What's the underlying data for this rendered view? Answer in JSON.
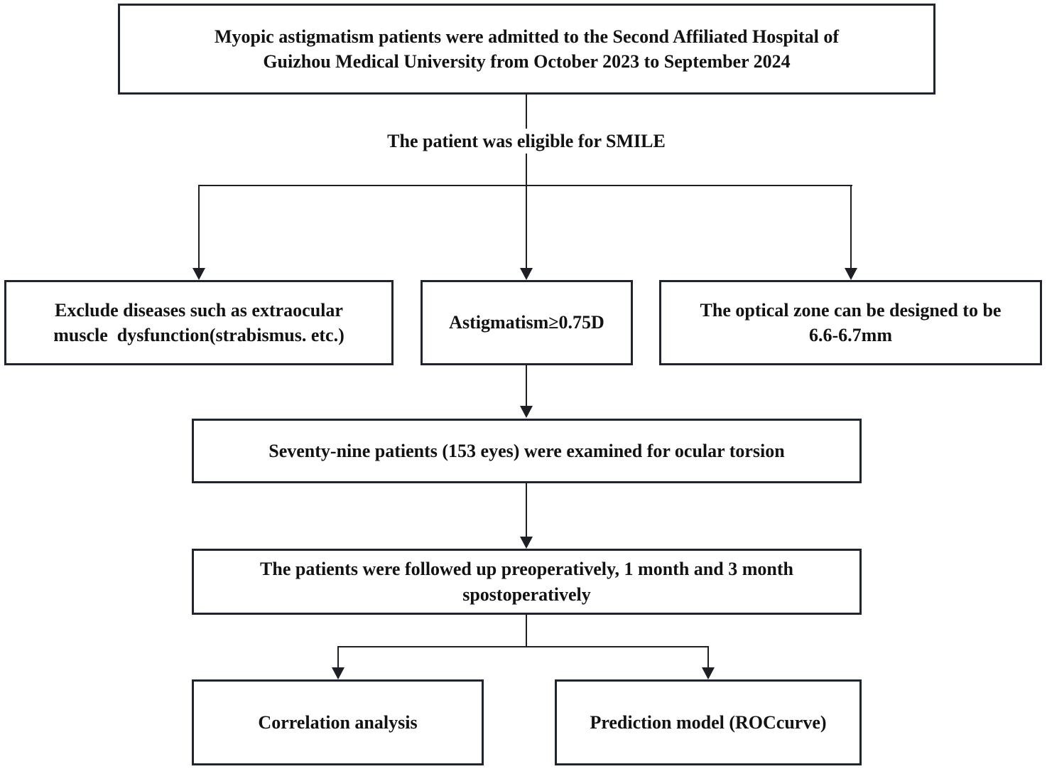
{
  "figure": {
    "type": "flowchart",
    "background_color": "#ffffff",
    "line_color": "#1d1f24",
    "text_color": "#121212"
  },
  "nodes": {
    "admission": {
      "label": [
        "Myopic astigmatism patients were admitted to the Second Affiliated Hospital of",
        "Guizhou Medical University from October 2023 to September 2024"
      ]
    },
    "eligible": {
      "label": "The patient was eligible for SMILE"
    },
    "exclude": {
      "label": [
        "Exclude diseases such as extraocular",
        "muscle  dysfunction(strabismus. etc.)"
      ]
    },
    "astigmatism": {
      "label": "Astigmatism≥0.75D"
    },
    "optical_zone": {
      "label": [
        "The optical zone can be designed to be",
        "6.6-6.7mm"
      ]
    },
    "examined": {
      "label": "Seventy-nine patients (153 eyes) were examined for ocular torsion"
    },
    "follow_up": {
      "label": [
        "The patients were followed up preoperatively, 1 month and 3 month",
        "spostoperatively"
      ]
    },
    "correlation": {
      "label": "Correlation analysis"
    },
    "prediction": {
      "label": "Prediction model (ROCcurve)"
    }
  }
}
